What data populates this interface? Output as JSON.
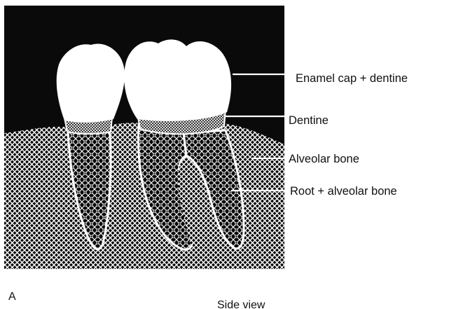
{
  "figure": {
    "labels": {
      "enamel": "Enamel cap + dentine",
      "dentine": "Dentine",
      "alveolar_bone": "Alveolar bone",
      "root": "Root + alveolar bone"
    },
    "panel_letter": "A",
    "caption": "Side view"
  },
  "colors": {
    "background": "#ffffff",
    "panel": "#0a0a0a",
    "tooth": "#ffffff",
    "bone_hatch": "#ffffff"
  }
}
